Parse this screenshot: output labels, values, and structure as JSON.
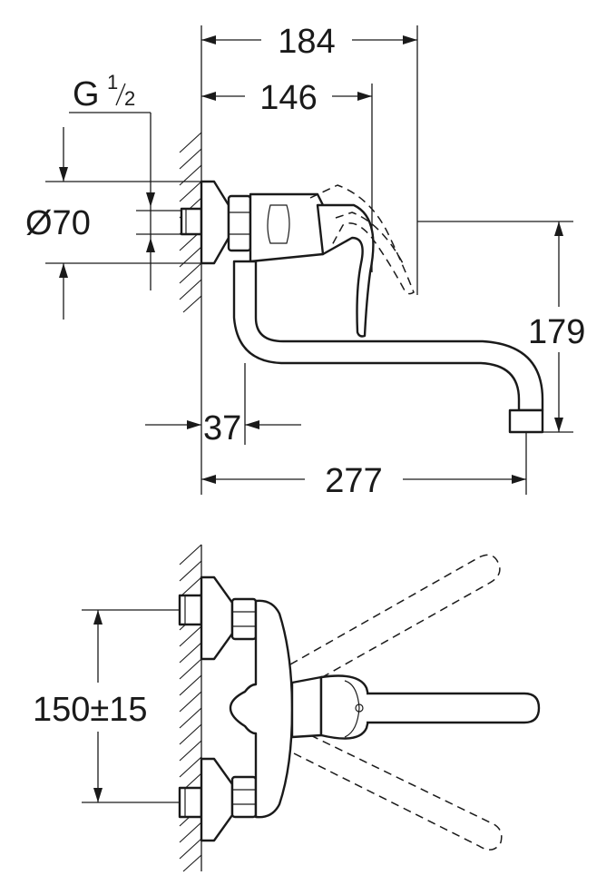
{
  "side_view": {
    "dim_184": "184",
    "dim_146": "146",
    "thread_g": "G",
    "thread_num": "1",
    "thread_den": "2",
    "dim_diameter": "Ø70",
    "dim_179": "179",
    "dim_37": "37",
    "dim_277": "277"
  },
  "top_view": {
    "dim_150": "150±15"
  }
}
